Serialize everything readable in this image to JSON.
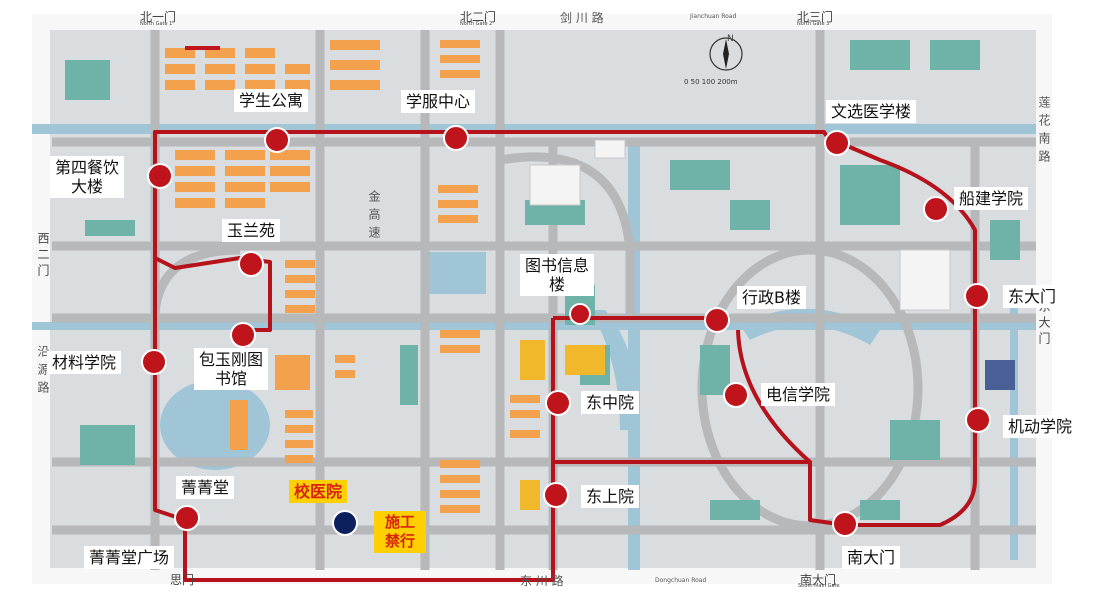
{
  "map": {
    "gates": {
      "north1": "北一门",
      "north2": "北二门",
      "north3": "北三门",
      "west2": "西二门",
      "east_main": "东大门",
      "south_main": "南大门",
      "south_small": "思门"
    },
    "roads": {
      "jianchuan": "剑  川  路",
      "jianchuan_south": "东  川  路",
      "lianhua_south": "莲花南路",
      "xiyuan": "沿源路",
      "jingao": "金高速",
      "jianchuan_en": "Jianchuan Road",
      "dongchuan_en": "Dongchuan Road",
      "north1_en": "North Gate 1",
      "north2_en": "North Gate 2",
      "north3_en": "North Gate 3",
      "south_en": "South Main Gate"
    },
    "scale": "0    50    100         200m",
    "compass": "N",
    "route_color": "#b5121b",
    "stops": [
      {
        "id": "xuesheng-gongyu",
        "label": "学生公寓"
      },
      {
        "id": "xuefu-zhongxin",
        "label": "学服中心"
      },
      {
        "id": "wenxuan-yixuelou",
        "label": "文选医学楼"
      },
      {
        "id": "chuanjian-xueyuan",
        "label": "船建学院"
      },
      {
        "id": "dongdamen",
        "label": "东大门"
      },
      {
        "id": "jidong-xueyuan",
        "label": "机动学院"
      },
      {
        "id": "nandamen",
        "label": "南大门"
      },
      {
        "id": "diancin-xueyuan",
        "label": "电信学院"
      },
      {
        "id": "xingzheng-b",
        "label": "行政B楼"
      },
      {
        "id": "tushuxinxi",
        "label": "图书信息楼"
      },
      {
        "id": "dongzhongyuan",
        "label": "东中院"
      },
      {
        "id": "dongshangyuan",
        "label": "东上院"
      },
      {
        "id": "yulanyuan",
        "label": "玉兰苑"
      },
      {
        "id": "di4canyin",
        "label": "第四餐饮大楼"
      },
      {
        "id": "baoyugang",
        "label": "包玉刚图书馆"
      },
      {
        "id": "cailiao",
        "label": "材料学院"
      },
      {
        "id": "jingjingtang",
        "label": "菁菁堂"
      },
      {
        "id": "jingjingtang-guangchang",
        "label": "菁菁堂广场"
      }
    ],
    "notices": {
      "hospital": "校医院",
      "construction": "施工禁行"
    }
  }
}
